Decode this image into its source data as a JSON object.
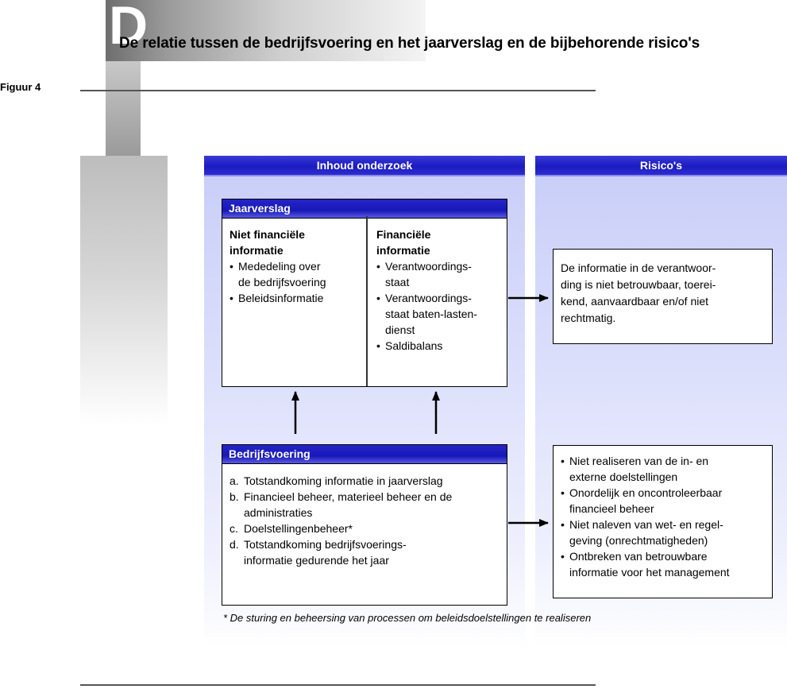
{
  "header": {
    "drop_cap": "D",
    "title": "De relatie tussen de bedrijfsvoering en het jaarverslag en de bijbehorende risico's",
    "figure_label": "Figuur 4"
  },
  "left_panel": {
    "heading": "Inhoud onderzoek"
  },
  "right_panel": {
    "heading": "Risico's"
  },
  "jaarverslag": {
    "heading": "Jaarverslag",
    "left_column": {
      "title_lines": [
        "Niet financiële",
        "informatie"
      ],
      "items": [
        [
          "Mededeling over",
          "de bedrijfsvoering"
        ],
        [
          "Beleidsinformatie"
        ]
      ]
    },
    "right_column": {
      "title_lines": [
        "Financiële",
        "informatie"
      ],
      "items": [
        [
          "Verantwoordings-",
          "staat"
        ],
        [
          "Verantwoordings-",
          "staat baten-lasten-",
          "dienst"
        ],
        [
          "Saldibalans"
        ]
      ]
    }
  },
  "bedrijfsvoering": {
    "heading": "Bedrijfsvoering",
    "items": [
      {
        "letter": "a.",
        "lines": [
          "Totstandkoming informatie in jaarverslag"
        ]
      },
      {
        "letter": "b.",
        "lines": [
          "Financieel beheer, materieel beheer en de",
          "administraties"
        ]
      },
      {
        "letter": "c.",
        "lines": [
          "Doelstellingenbeheer*"
        ]
      },
      {
        "letter": "d.",
        "lines": [
          "Totstandkoming bedrijfsvoerings-",
          "informatie gedurende het jaar"
        ]
      }
    ]
  },
  "risk_information": {
    "lines": [
      "De informatie in de verantwoor-",
      "ding is niet betrouwbaar, toerei-",
      "kend, aanvaardbaar en/of niet",
      "rechtmatig."
    ]
  },
  "risk_operations": {
    "items": [
      [
        "Niet realiseren van de in- en",
        "externe doelstellingen"
      ],
      [
        "Onordelijk en oncontroleerbaar",
        "financieel beheer"
      ],
      [
        "Niet naleven van wet- en regel-",
        "geving (onrechtmatigheden)"
      ],
      [
        "Ontbreken van betrouwbare",
        "informatie voor het management"
      ]
    ]
  },
  "footnote": "* De sturing en beheersing van processen om beleidsdoelstellingen te realiseren",
  "colors": {
    "header_blue": "#1b1bc0",
    "panel_lavender": "#c8cdf8",
    "border": "#000000"
  }
}
